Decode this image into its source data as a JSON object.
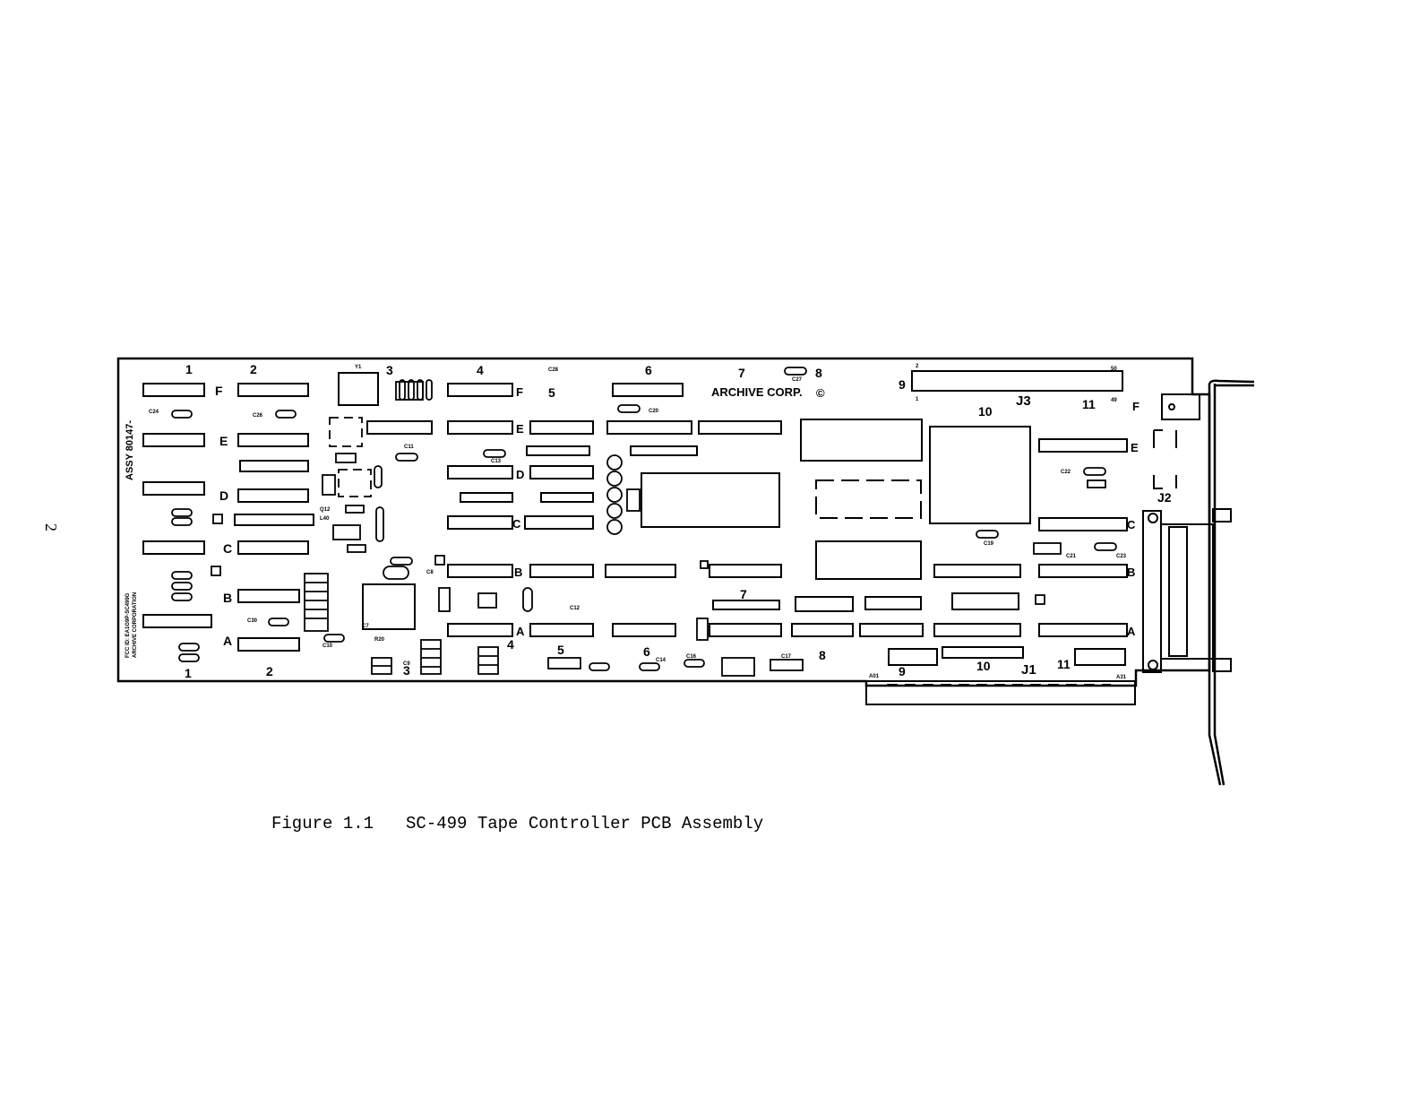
{
  "page": {
    "number": "2"
  },
  "figure": {
    "label": "Figure 1.1",
    "title": "SC-499 Tape Controller PCB Assembly"
  },
  "board": {
    "assy_label": "ASSY 80147-",
    "maker_label": "ARCHIVE CORP.",
    "copyright_symbol": "©",
    "fcc_label": "FCC ID: EA1G9P-SC499G",
    "corp_label": "ARCHIVE CORPORATION",
    "top_columns": [
      "1",
      "2",
      "3",
      "4",
      "5",
      "6",
      "7",
      "8",
      "9",
      "10",
      "11"
    ],
    "bottom_columns": [
      "1",
      "2",
      "3",
      "4",
      "5",
      "6",
      "7",
      "8",
      "9",
      "10",
      "11"
    ],
    "left_rows": [
      "F",
      "E",
      "D",
      "C",
      "B",
      "A"
    ],
    "connectors": {
      "j1": "J1",
      "j2": "J2",
      "j3": "J3"
    },
    "row_f_label_right": "F",
    "component_labels": {
      "y1": "Y1",
      "c28": "C28",
      "c27": "C27",
      "c24": "C24",
      "c26": "C26",
      "c11": "C11",
      "c13": "C13",
      "c12": "C12",
      "c7": "C7",
      "c8": "C8",
      "c9": "C9",
      "c10": "C10",
      "c14": "C14",
      "c16": "C16",
      "c17": "C17",
      "c19": "C19",
      "c20": "C20",
      "c21": "C21",
      "c22": "C22",
      "c23": "C23",
      "r20": "R20",
      "l40": "L40",
      "q12": "Q12",
      "c30": "C30"
    },
    "pin_labels": {
      "p1": "1",
      "p2": "2",
      "p49": "49",
      "p50": "50",
      "pa01": "A01",
      "pa31": "A31"
    }
  }
}
